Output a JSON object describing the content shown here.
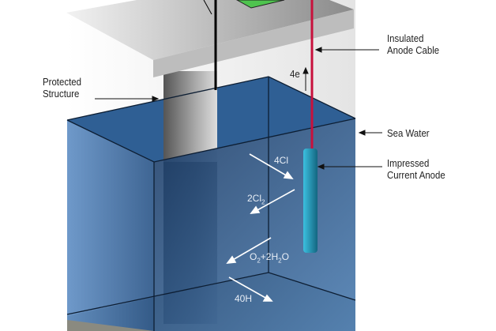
{
  "labels": {
    "insulated_cable_1": "Insulated",
    "insulated_cable_2": "Anode Cable",
    "protected_1": "Protected",
    "protected_2": "Structure",
    "sea_water": "Sea Water",
    "anode_1": "Impressed",
    "anode_2": "Current Anode",
    "electrons": "4e"
  },
  "reactions": {
    "cl": "4Cl",
    "cl2_pre": "2Cl",
    "cl2_sub": "2",
    "o2_a": "O",
    "o2_sub": "2",
    "o2_b": "+2H",
    "h2o_sub": "2",
    "o2_c": "O",
    "oh": "40H"
  },
  "colors": {
    "water": "#2e5a8a",
    "cable": "#c8103c",
    "anode": "#2aa6c8",
    "box": "#4ec44e"
  }
}
